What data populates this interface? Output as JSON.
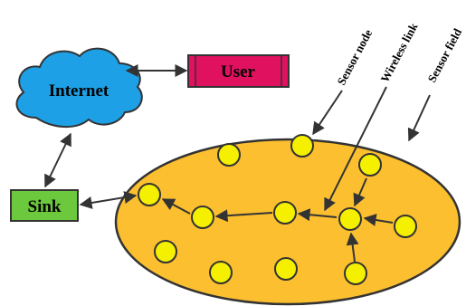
{
  "diagram": {
    "nodes": {
      "internet": {
        "label": "Internet",
        "fill": "#1ea0e6"
      },
      "user": {
        "label": "User",
        "fill": "#e0115f"
      },
      "sink": {
        "label": "Sink",
        "fill": "#6cc83c"
      }
    },
    "annotations": {
      "sensor_node": "Sensor node",
      "wireless_link": "Wireless link",
      "sensor_field": "Sensor field"
    },
    "colors": {
      "field": "#fbbf2f",
      "sensor": "#f5f000",
      "stroke": "#333333"
    }
  }
}
